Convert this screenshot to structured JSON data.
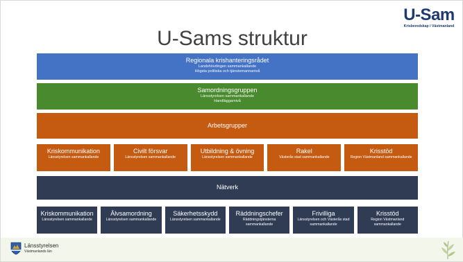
{
  "logo": {
    "main": "U-Sam",
    "sub": "Krisberedskap i Västmanland"
  },
  "title": "U-Sams struktur",
  "bands": {
    "regional": {
      "title": "Regionala krishanteringsrådet",
      "line1": "Landshövdingen sammankallande",
      "line2": "Högsta politiska och tjänstemannanivå"
    },
    "samordning": {
      "title": "Samordningsgruppen",
      "line1": "Länsstyrelsen sammankallande",
      "line2": "Handläggarnivå"
    },
    "arbetsgrupper": {
      "title": "Arbetsgrupper"
    },
    "natverk": {
      "title": "Nätverk"
    }
  },
  "arbetsgrupper": [
    {
      "title": "Kriskommunikation",
      "sub": "Länsstyrelsen sammankallande"
    },
    {
      "title": "Civilt försvar",
      "sub": "Länsstyrelsen sammankallande"
    },
    {
      "title": "Utbildning & övning",
      "sub": "Länsstyrelsen sammankallande"
    },
    {
      "title": "Rakel",
      "sub": "Västerås stad sammankallande"
    },
    {
      "title": "Krisstöd",
      "sub": "Region Västmanland sammankallande"
    }
  ],
  "natverk": [
    {
      "title": "Kriskommunikation",
      "sub": "Länsstyrelsen sammankallande"
    },
    {
      "title": "Älvsamordning",
      "sub": "Länsstyrelsen sammankallande"
    },
    {
      "title": "Säkerhetsskydd",
      "sub": "Länsstyrelsen sammankallande"
    },
    {
      "title": "Räddningschefer",
      "sub": "Räddningstjänsterna sammankallande"
    },
    {
      "title": "Frivilliga",
      "sub": "Länsstyrelsen och Västerås stad sammankallande"
    },
    {
      "title": "Krisstöd",
      "sub": "Region Västmanland sammankallande"
    }
  ],
  "footer": {
    "name": "Länsstyrelsen",
    "sub": "Västmanlands län"
  },
  "icons": {
    "crest": "crest-icon",
    "plant": "plant-icon"
  },
  "colors": {
    "blue": "#4472c4",
    "green": "#4a8a2e",
    "orange": "#c55a11",
    "navy": "#2f3c53",
    "logo": "#1f3a73"
  }
}
